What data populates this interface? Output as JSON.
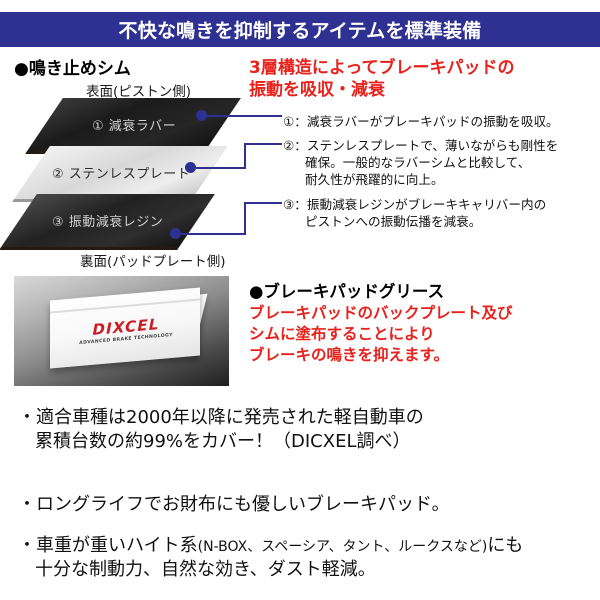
{
  "header": {
    "title": "不快な鳴きを抑制するアイテムを標準装備",
    "background_color": "#2e3192",
    "text_color": "#ffffff"
  },
  "shim_section": {
    "heading": "●鳴き止めシム",
    "top_face_label": "表面(ピストン側)",
    "bottom_face_label": "裏面(パッドプレート側)",
    "layers": [
      {
        "label": "① 減衰ラバー",
        "material": "damping-rubber",
        "color": "#1b1b1b"
      },
      {
        "label": "② ステンレスプレート",
        "material": "stainless-plate",
        "color": "#d8d8d8"
      },
      {
        "label": "③ 振動減衰レジン",
        "material": "vibration-damping-resin",
        "color": "#222222"
      }
    ],
    "connector_color": "#2e3192"
  },
  "explanation": {
    "red_heading_line1": "3層構造によってブレーキパッドの",
    "red_heading_line2": "振動を吸収・減衰",
    "red_color": "#e8211c",
    "items": [
      {
        "label": "①：",
        "line1": "減衰ラバーがブレーキパッドの振動を吸収。",
        "line2": "",
        "line3": ""
      },
      {
        "label": "②：",
        "line1": "ステンレスプレートで、薄いながらも剛性を",
        "line2": "確保。一般的なラバーシムと比較して、",
        "line3": "耐久性が飛躍的に向上。"
      },
      {
        "label": "③：",
        "line1": "振動減衰レジンがブレーキキャリバー内の",
        "line2": "ピストンへの振動伝播を減衰。",
        "line3": ""
      }
    ]
  },
  "grease_section": {
    "heading": "●ブレーキパッドグリース",
    "body_line1": "ブレーキパッドのバックプレート及び",
    "body_line2": "シムに塗布することにより",
    "body_line3": "ブレーキの鳴きを抑えます。",
    "product": {
      "brand_name": "DIXCEL",
      "brand_tagline": "ADVANCED BRAKE TECHNOLOGY",
      "brand_color": "#cc1b22"
    }
  },
  "bullets": [
    {
      "bullet": "・",
      "line1": "適合車種は2000年以降に発売された軽自動車の",
      "line2": "累積台数の約99%をカバー！（DICXEL調べ）"
    },
    {
      "bullet": "・",
      "line1": "ロングライフでお財布にも優しいブレーキパッド。",
      "line2": ""
    },
    {
      "bullet": "・",
      "line1_a": "車重が重いハイト系",
      "line1_small": "(N-BOX、スペーシア、タント、ルークスなど)",
      "line1_b": "にも",
      "line2": "十分な制動力、自然な効き、ダスト軽減。"
    }
  ]
}
